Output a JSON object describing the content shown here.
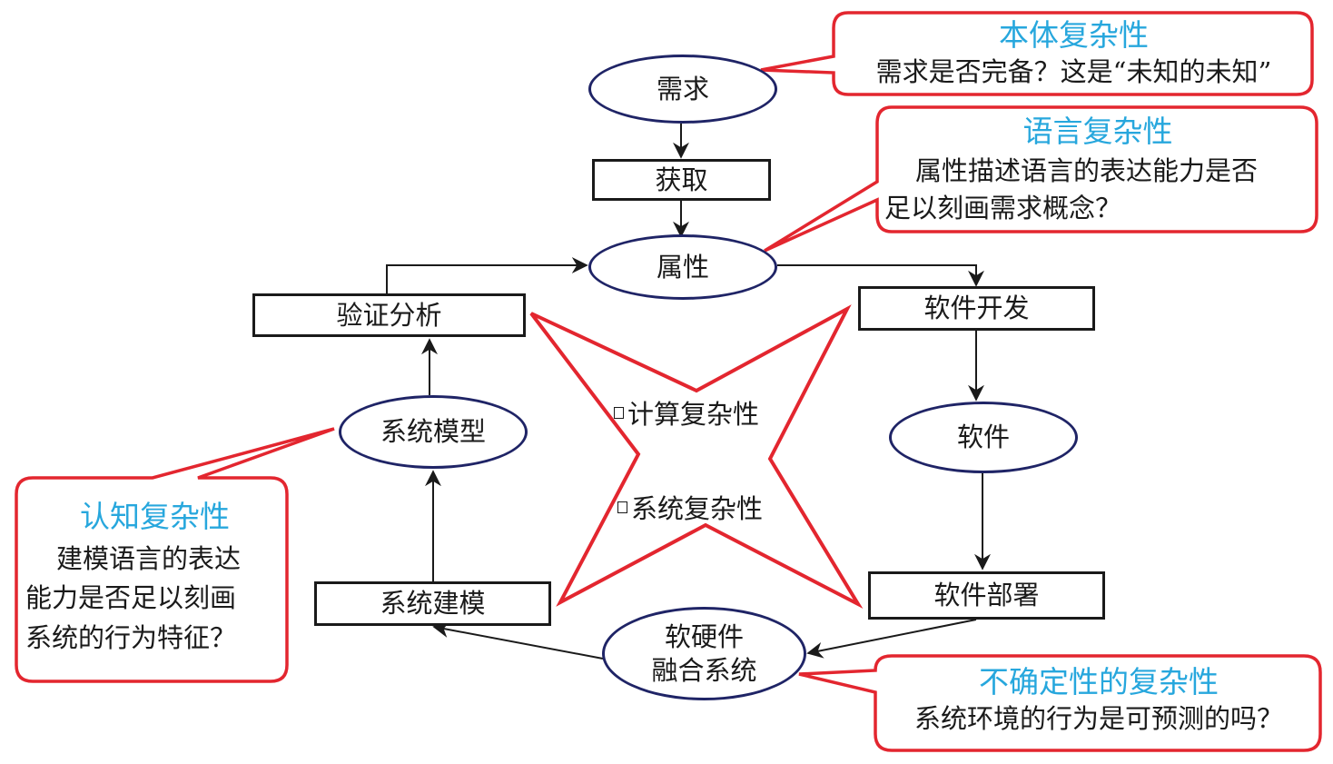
{
  "colors": {
    "ellipse_border": "#1f2466",
    "callout_border": "#e3262f",
    "callout_title": "#27a7dd",
    "star_border": "#e3262f",
    "text": "#1a1a1a"
  },
  "nodes": {
    "requirement": "需求",
    "acquisition": "获取",
    "property": "属性",
    "software_dev": "软件开发",
    "software": "软件",
    "software_deploy": "软件部署",
    "hw_sw_system_line1": "软硬件",
    "hw_sw_system_line2": "融合系统",
    "system_modeling": "系统建模",
    "system_model": "系统模型",
    "verification": "验证分析"
  },
  "star": {
    "items": [
      "计算复杂性",
      "系统复杂性"
    ],
    "bullet_icon": "square-bullet-icon"
  },
  "callouts": {
    "ontological": {
      "title": "本体复杂性",
      "body": "需求是否完备？这是“未知的未知”"
    },
    "language": {
      "title": "语言复杂性",
      "body_line1": "属性描述语言的表达能力是否",
      "body_line2": "足以刻画需求概念？"
    },
    "cognitive": {
      "title": "认知复杂性",
      "body_line1": "建模语言的表达",
      "body_line2": "能力是否足以刻画",
      "body_line3": "系统的行为特征？"
    },
    "uncertainty": {
      "title": "不确定性的复杂性",
      "body": "系统环境的行为是可预测的吗？"
    }
  }
}
